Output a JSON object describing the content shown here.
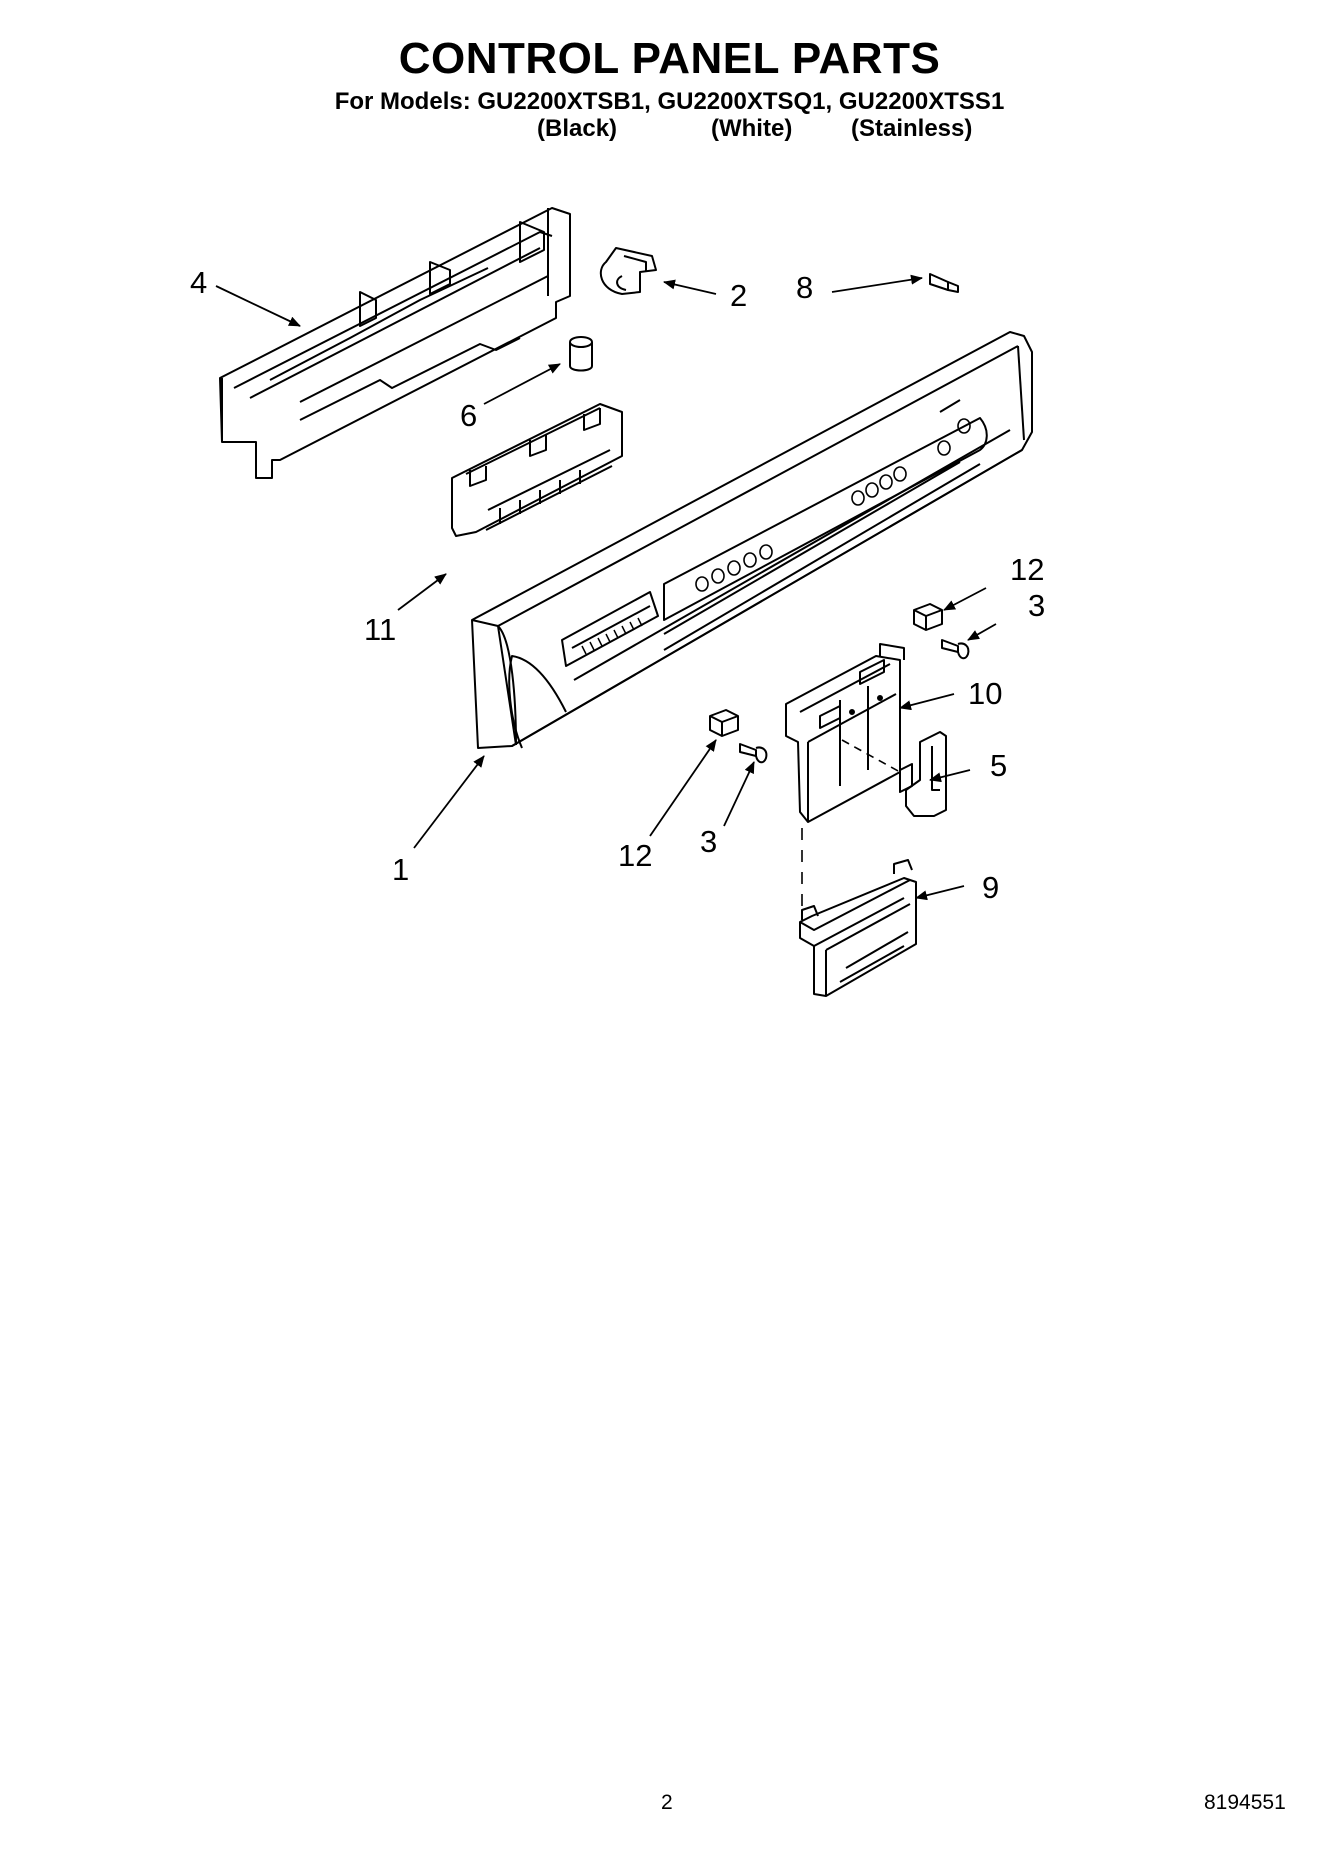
{
  "header": {
    "title": "CONTROL PANEL PARTS",
    "models_line": "For Models: GU2200XTSB1, GU2200XTSQ1, GU2200XTSS1",
    "variants": [
      "(Black)",
      "(White)",
      "(Stainless)"
    ]
  },
  "callouts": {
    "c1": "1",
    "c2": "2",
    "c3a": "3",
    "c3b": "3",
    "c4": "4",
    "c5": "5",
    "c6": "6",
    "c8": "8",
    "c9": "9",
    "c10": "10",
    "c11": "11",
    "c12a": "12",
    "c12b": "12"
  },
  "footer": {
    "page_number": "2",
    "document_number": "8194551"
  }
}
